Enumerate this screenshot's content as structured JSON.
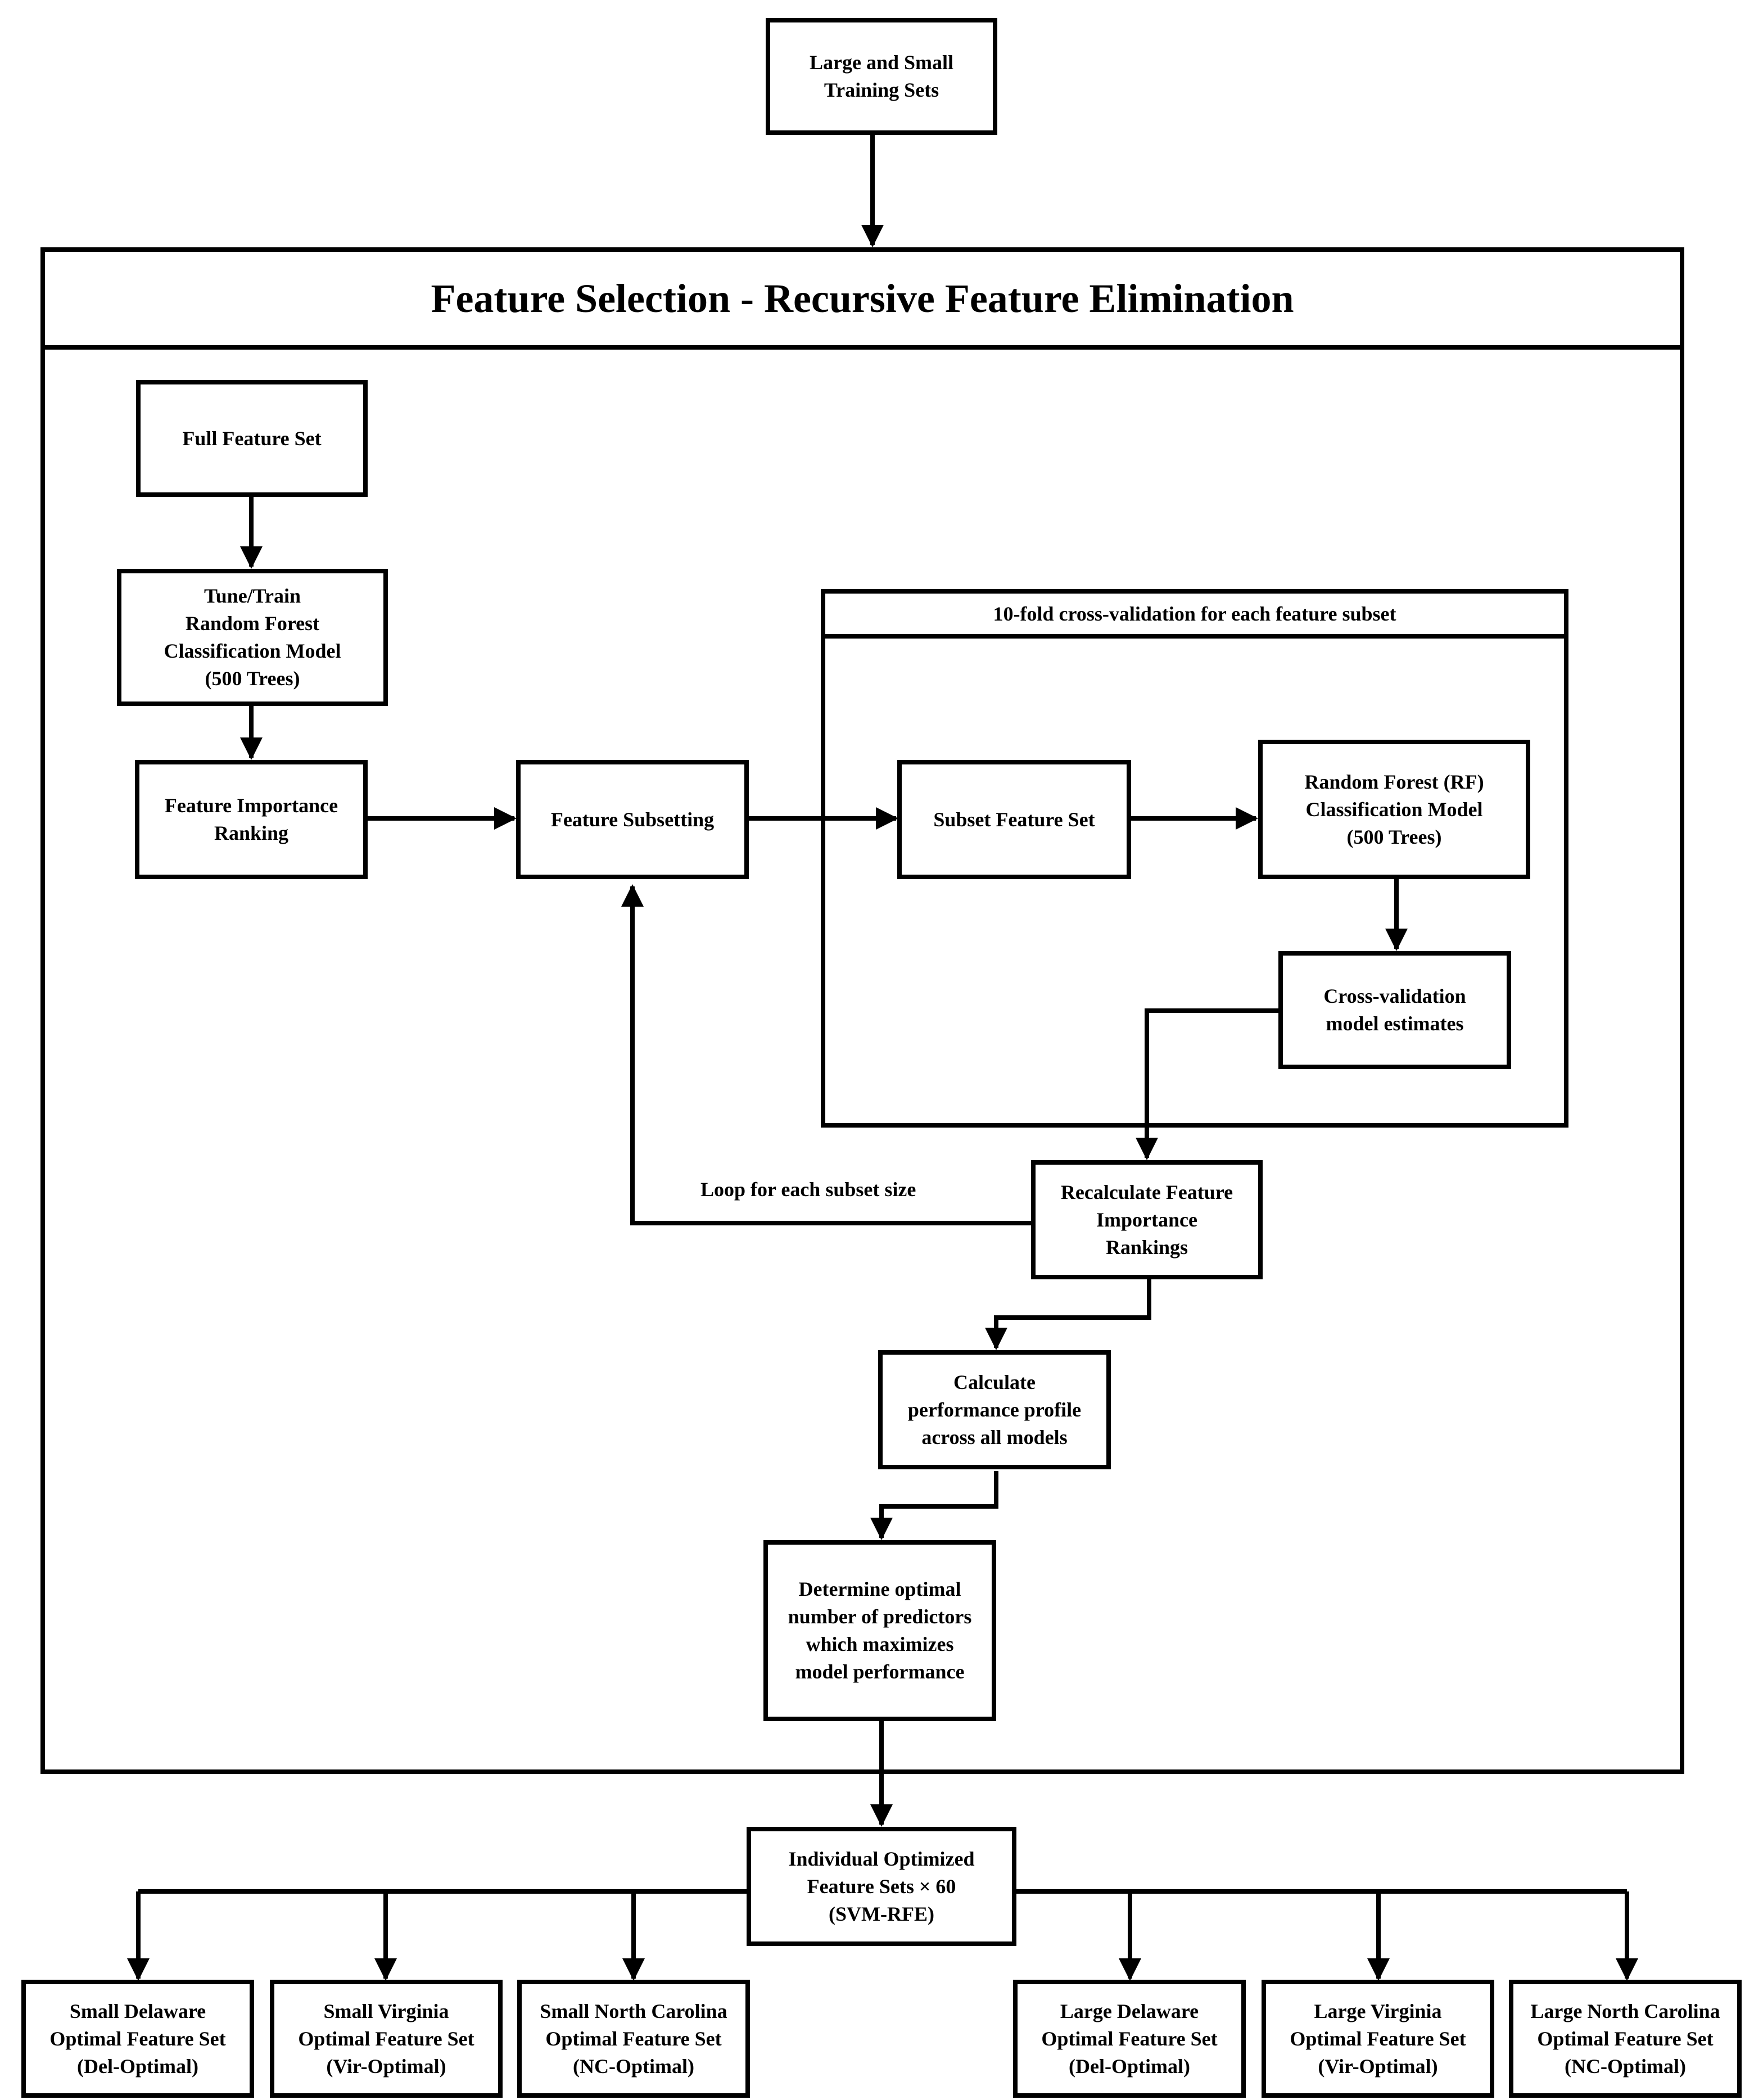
{
  "top_input": "Large and Small\nTraining Sets",
  "rfe_title": "Feature Selection - Recursive Feature Elimination",
  "full_feature_set": "Full Feature Set",
  "tune_train": "Tune/Train\nRandom Forest\nClassification Model\n(500 Trees)",
  "importance_ranking": "Feature Importance\nRanking",
  "feature_subsetting": "Feature Subsetting",
  "cv_title": "10-fold cross-validation for each feature subset",
  "subset_feature_set": "Subset Feature Set",
  "rf_model": "Random Forest (RF)\nClassification Model\n(500 Trees)",
  "cv_estimates": "Cross-validation\nmodel estimates",
  "loop_label": "Loop for each subset size",
  "recalc": "Recalculate Feature\nImportance\nRankings",
  "perf_profile": "Calculate\nperformance profile\nacross all models",
  "determine_optimal": "Determine optimal\nnumber of predictors\nwhich maximizes\nmodel performance",
  "individual_sets": "Individual Optimized\nFeature Sets × 60\n(SVM-RFE)",
  "outputs": [
    "Small Delaware\nOptimal Feature Set\n(Del-Optimal)",
    "Small Virginia\nOptimal Feature Set\n(Vir-Optimal)",
    "Small North Carolina\nOptimal Feature Set\n(NC-Optimal)",
    "Large Delaware\nOptimal Feature Set\n(Del-Optimal)",
    "Large Virginia\nOptimal Feature Set\n(Vir-Optimal)",
    "Large North Carolina\nOptimal Feature Set\n(NC-Optimal)"
  ]
}
